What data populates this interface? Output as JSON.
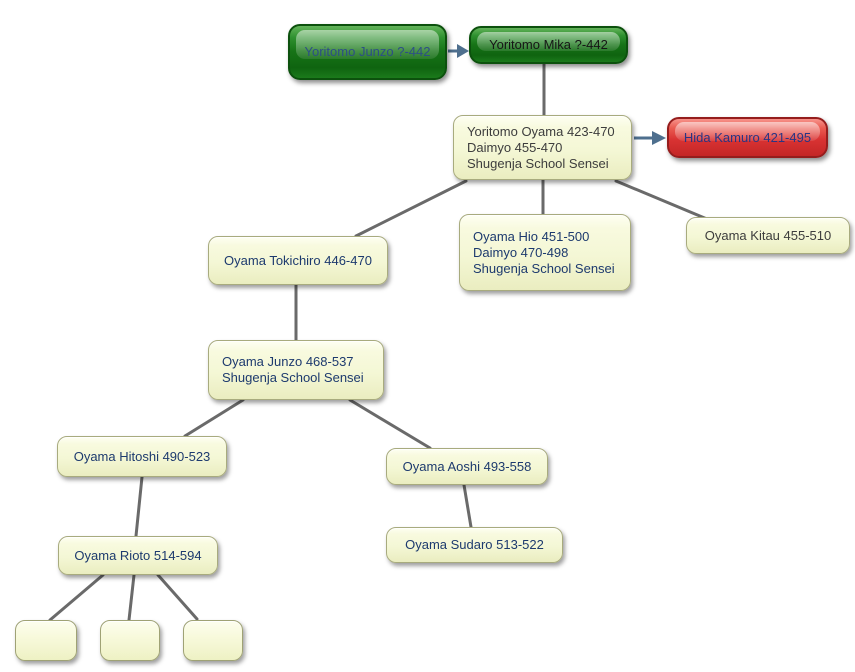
{
  "diagram_title": "Family tree diagram",
  "nodes": {
    "yoritomo_junzo": {
      "label": "Yoritomo Junzo ?-442",
      "style": "green",
      "text_color": "#2d4f86"
    },
    "yoritomo_mika": {
      "label": "Yoritomo Mika ?-442",
      "style": "green",
      "text_color": "#161616"
    },
    "yoritomo_oyama": {
      "line1": "Yoritomo Oyama 423-470",
      "line2": "Daimyo 455-470",
      "line3": "Shugenja School Sensei",
      "style": "cream",
      "text_color": "#3d3d3d"
    },
    "hida_kamuro": {
      "label": "Hida Kamuro 421-495",
      "style": "red",
      "text_color": "#283584"
    },
    "oyama_tokichiro": {
      "label": "Oyama Tokichiro 446-470",
      "style": "cream",
      "text_color": "#1d3a6e"
    },
    "oyama_hio": {
      "line1": "Oyama Hio 451-500",
      "line2": "Daimyo 470-498",
      "line3": "Shugenja School Sensei",
      "style": "cream",
      "text_color": "#1d3a6e"
    },
    "oyama_kitau": {
      "label": "Oyama Kitau 455-510",
      "style": "cream",
      "text_color": "#3d3d3d"
    },
    "oyama_junzo": {
      "line1": "Oyama Junzo 468-537",
      "line2": "Shugenja School Sensei",
      "style": "cream",
      "text_color": "#1d3a6e"
    },
    "oyama_hitoshi": {
      "label": "Oyama Hitoshi 490-523",
      "style": "cream",
      "text_color": "#1d3a6e"
    },
    "oyama_aoshi": {
      "label": "Oyama Aoshi 493-558",
      "style": "cream",
      "text_color": "#1d3a6e"
    },
    "oyama_sudaro": {
      "label": "Oyama Sudaro 513-522",
      "style": "cream",
      "text_color": "#1d3a6e"
    },
    "oyama_rioto": {
      "label": "Oyama Rioto 514-594",
      "style": "cream",
      "text_color": "#1d3a6e"
    },
    "empty_child_1": {
      "label": "",
      "style": "empty"
    },
    "empty_child_2": {
      "label": "",
      "style": "empty"
    },
    "empty_child_3": {
      "label": "",
      "style": "empty"
    }
  },
  "edges": [
    {
      "from": "yoritomo_mika",
      "to": "yoritomo_oyama",
      "type": "line"
    },
    {
      "from": "yoritomo_oyama",
      "to": "oyama_tokichiro",
      "type": "line"
    },
    {
      "from": "yoritomo_oyama",
      "to": "oyama_hio",
      "type": "line"
    },
    {
      "from": "yoritomo_oyama",
      "to": "oyama_kitau",
      "type": "line"
    },
    {
      "from": "oyama_tokichiro",
      "to": "oyama_junzo",
      "type": "line"
    },
    {
      "from": "oyama_junzo",
      "to": "oyama_hitoshi",
      "type": "line"
    },
    {
      "from": "oyama_junzo",
      "to": "oyama_aoshi",
      "type": "line"
    },
    {
      "from": "oyama_hitoshi",
      "to": "oyama_rioto",
      "type": "line"
    },
    {
      "from": "oyama_aoshi",
      "to": "oyama_sudaro",
      "type": "line"
    },
    {
      "from": "oyama_rioto",
      "to": "empty_child_1",
      "type": "line"
    },
    {
      "from": "oyama_rioto",
      "to": "empty_child_2",
      "type": "line"
    },
    {
      "from": "oyama_rioto",
      "to": "empty_child_3",
      "type": "line"
    },
    {
      "from": "yoritomo_junzo",
      "to": "yoritomo_mika",
      "type": "arrow"
    },
    {
      "from": "yoritomo_oyama",
      "to": "hida_kamuro",
      "type": "arrow"
    }
  ],
  "colors": {
    "green_node": "#1a7a1a",
    "red_node": "#d93333",
    "cream_node": "#f4f7d5",
    "tree_line": "#6a6a6a",
    "arrow": "#4e6f8e",
    "navy_text": "#1d3a6e",
    "dark_text": "#3d3d3d",
    "background": "#ffffff"
  }
}
